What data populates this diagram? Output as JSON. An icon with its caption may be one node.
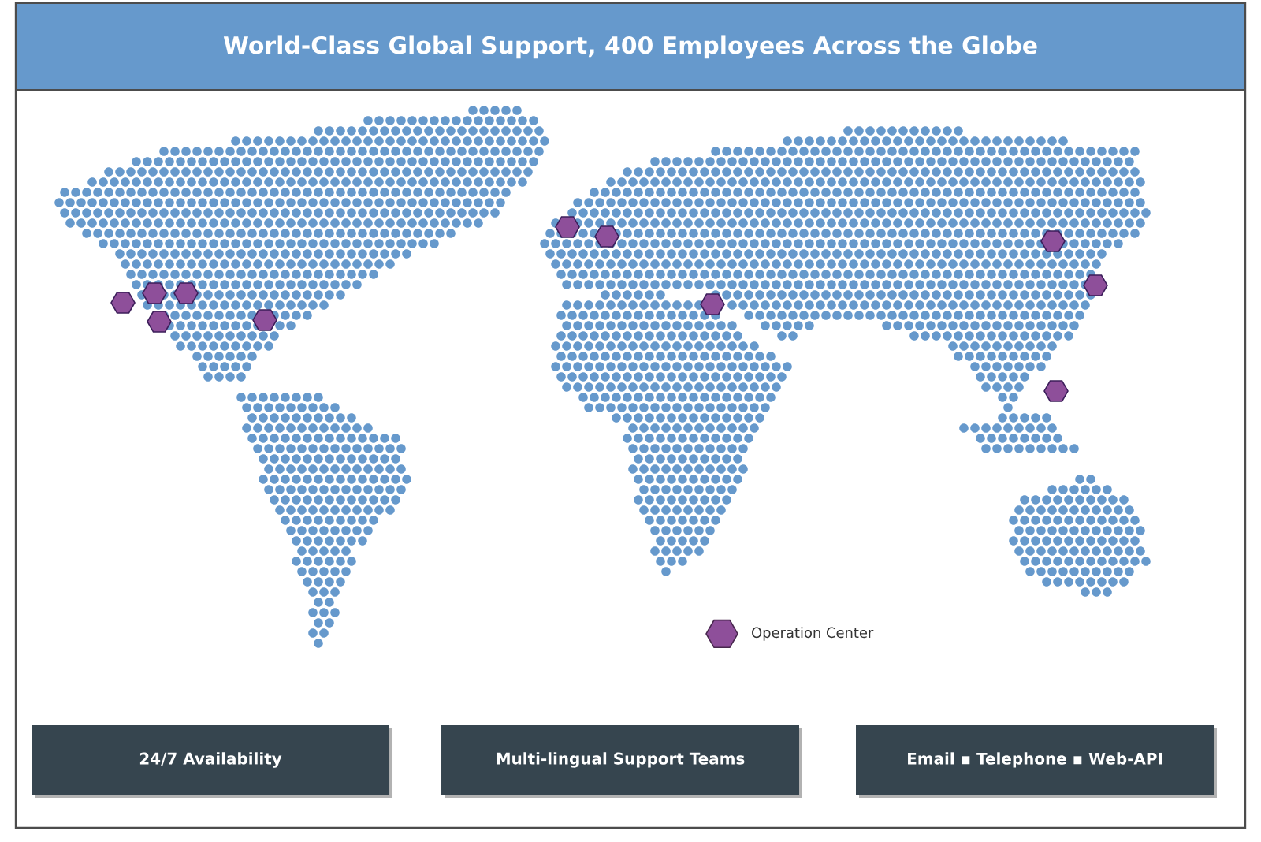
{
  "diagram": {
    "title": "World-Class Global Support, 400 Employees Across the Globe",
    "nodes": [
      {
        "text": [
          "24/7 Availability"
        ]
      },
      {
        "text": [
          "Multi-lingual Support Teams"
        ]
      },
      {
        "text": [
          "Email ▪ Telephone ▪ Web-API"
        ]
      }
    ],
    "legend": [
      {
        "text": "Operation Center",
        "color": "#8e4f9a"
      }
    ]
  }
}
